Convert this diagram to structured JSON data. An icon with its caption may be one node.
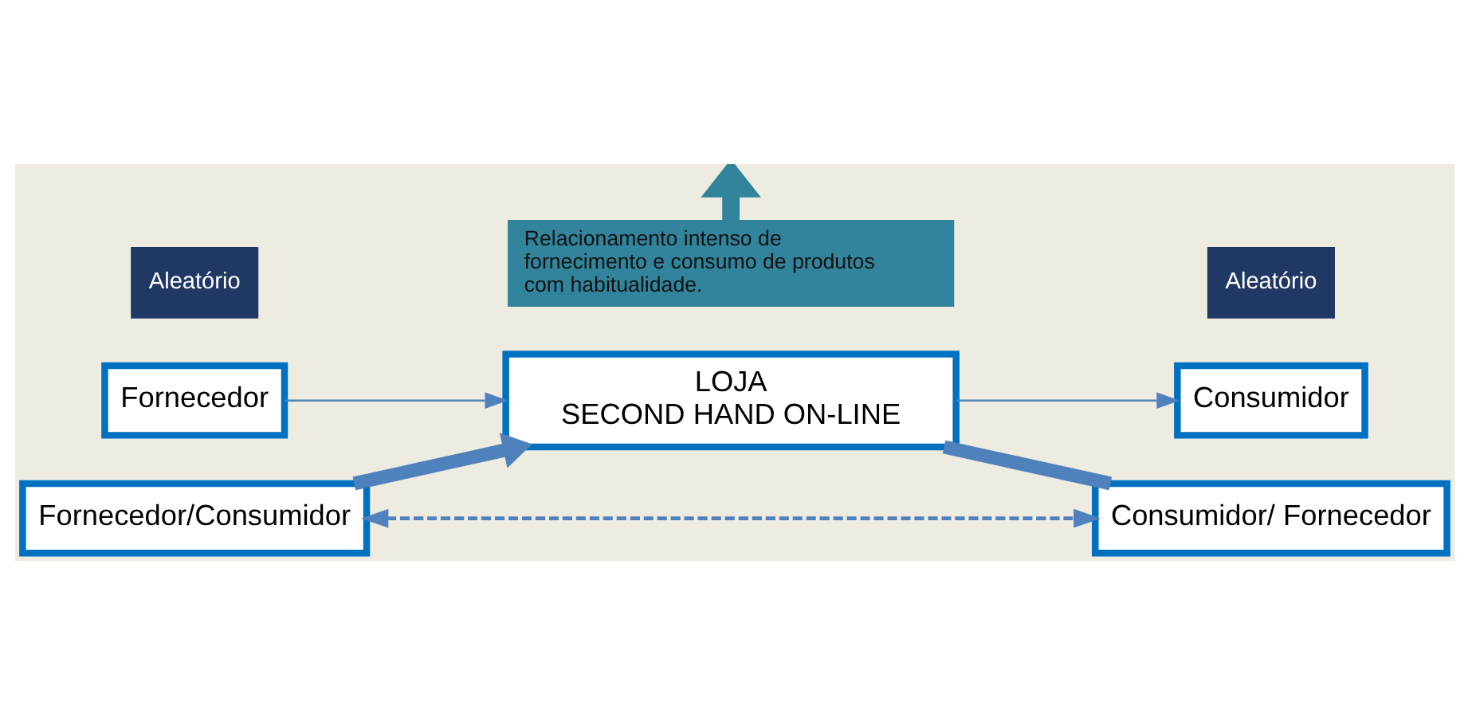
{
  "diagram": {
    "nodes": [
      {
        "text": [
          "Aleatório"
        ]
      },
      {
        "text": [
          "Fornecedor"
        ]
      },
      {
        "text": [
          "Aleatório"
        ]
      },
      {
        "text": [
          "Consumidor"
        ]
      },
      {
        "text": [
          "LOJA SECOND HAND ON-LINE"
        ]
      },
      {
        "text": [
          "Fornecedor/Consumidor"
        ]
      },
      {
        "text": [
          "Consumidor/ Fornecedor"
        ]
      },
      {
        "text": [
          "Relacionamento intenso de fornecimento e consumo de produtos com habitualidade."
        ]
      }
    ],
    "edges": [
      {
        "from": 1,
        "to": 4,
        "arrow": "to"
      },
      {
        "from": 4,
        "to": 3,
        "arrow": "to"
      },
      {
        "from": 5,
        "to": 4,
        "arrow": "to",
        "style": "thick"
      },
      {
        "from": 4,
        "to": 6,
        "arrow": "none",
        "style": "thick"
      },
      {
        "from": 5,
        "to": 6,
        "arrow": "both",
        "style": "dashed"
      },
      {
        "from": 7,
        "to": null,
        "arrow": "to",
        "style": "thick",
        "color": "#31849b"
      }
    ]
  }
}
